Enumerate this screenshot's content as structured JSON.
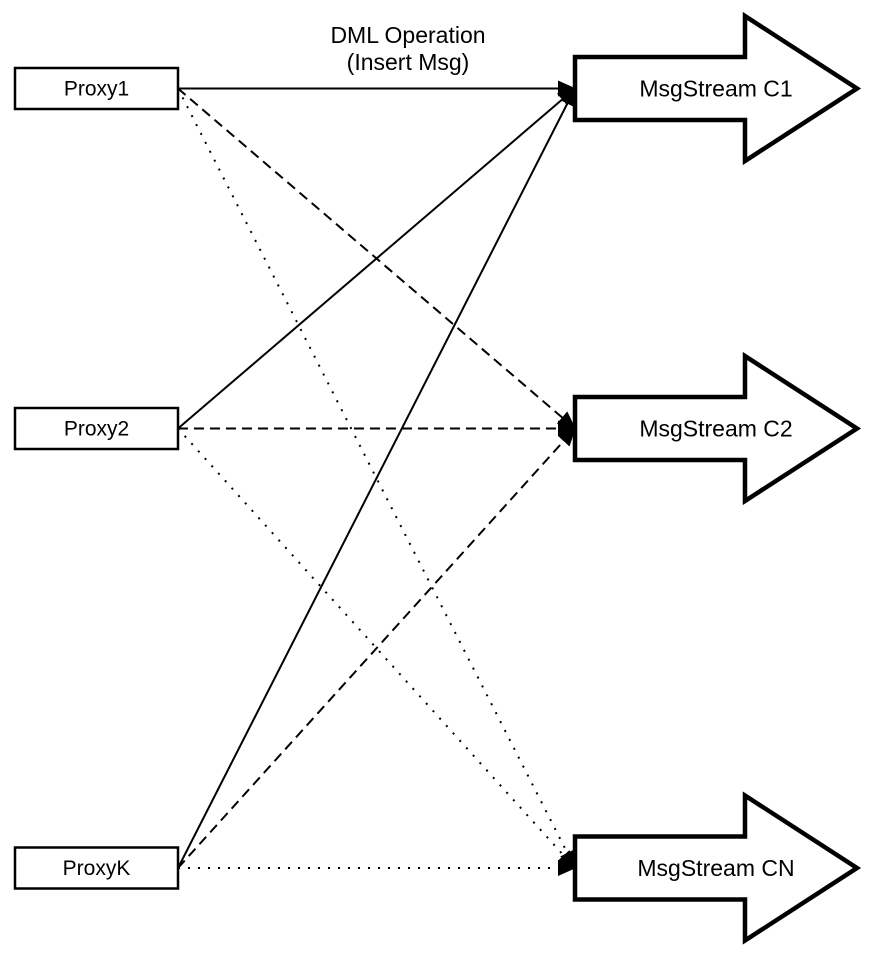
{
  "diagram": {
    "title": "Proxy to MsgStream fan-out",
    "background_color": "#ffffff",
    "ink_color": "#000000",
    "annotation": {
      "line1": "DML Operation",
      "line2": "(Insert Msg)"
    },
    "proxies": [
      {
        "id": "proxy1",
        "label": "Proxy1"
      },
      {
        "id": "proxy2",
        "label": "Proxy2"
      },
      {
        "id": "proxyk",
        "label": "ProxyK"
      }
    ],
    "streams": [
      {
        "id": "c1",
        "label": "MsgStream C1",
        "incoming_line_style": "solid"
      },
      {
        "id": "c2",
        "label": "MsgStream C2",
        "incoming_line_style": "dashed"
      },
      {
        "id": "cn",
        "label": "MsgStream CN",
        "incoming_line_style": "dotted"
      }
    ],
    "connections": [
      {
        "from": "Proxy1",
        "to": "MsgStream C1",
        "style": "solid"
      },
      {
        "from": "Proxy1",
        "to": "MsgStream C2",
        "style": "dashed"
      },
      {
        "from": "Proxy1",
        "to": "MsgStream CN",
        "style": "dotted"
      },
      {
        "from": "Proxy2",
        "to": "MsgStream C1",
        "style": "solid"
      },
      {
        "from": "Proxy2",
        "to": "MsgStream C2",
        "style": "dashed"
      },
      {
        "from": "Proxy2",
        "to": "MsgStream CN",
        "style": "dotted"
      },
      {
        "from": "ProxyK",
        "to": "MsgStream C1",
        "style": "solid"
      },
      {
        "from": "ProxyK",
        "to": "MsgStream C2",
        "style": "dashed"
      },
      {
        "from": "ProxyK",
        "to": "MsgStream CN",
        "style": "dotted"
      }
    ]
  }
}
